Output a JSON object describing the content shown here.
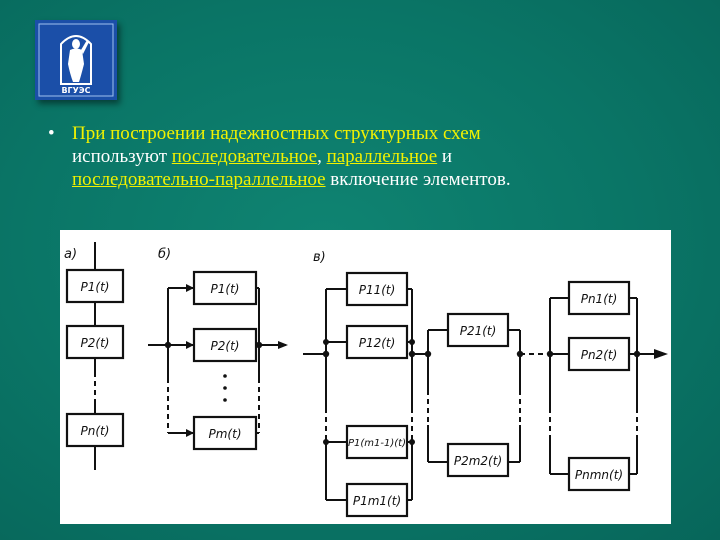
{
  "logo": {
    "caption": "ВГУЭС"
  },
  "bullet": {
    "part1": "При построении надежностных структурных схем",
    "part2": "используют ",
    "link_serial": "последовательное",
    "part3": ", ",
    "link_parallel": "параллельное",
    "part4": " и",
    "link_mixed": "последовательно-параллельное",
    "part5": " включение элементов."
  },
  "diagram": {
    "labels": [
      "а)",
      "б)",
      "в)"
    ],
    "a_blocks": [
      "P1(t)",
      "P2(t)",
      "Pn(t)"
    ],
    "b_blocks": [
      "P1(t)",
      "P2(t)",
      "Pm(t)"
    ],
    "c_col1": [
      "P11(t)",
      "P12(t)",
      "P1(m1-1)(t)",
      "P1m1(t)"
    ],
    "c_col2": [
      "P21(t)",
      "P2m2(t)"
    ],
    "c_col3": [
      "Pn1(t)",
      "Pn2(t)",
      "Pnmn(t)"
    ]
  }
}
